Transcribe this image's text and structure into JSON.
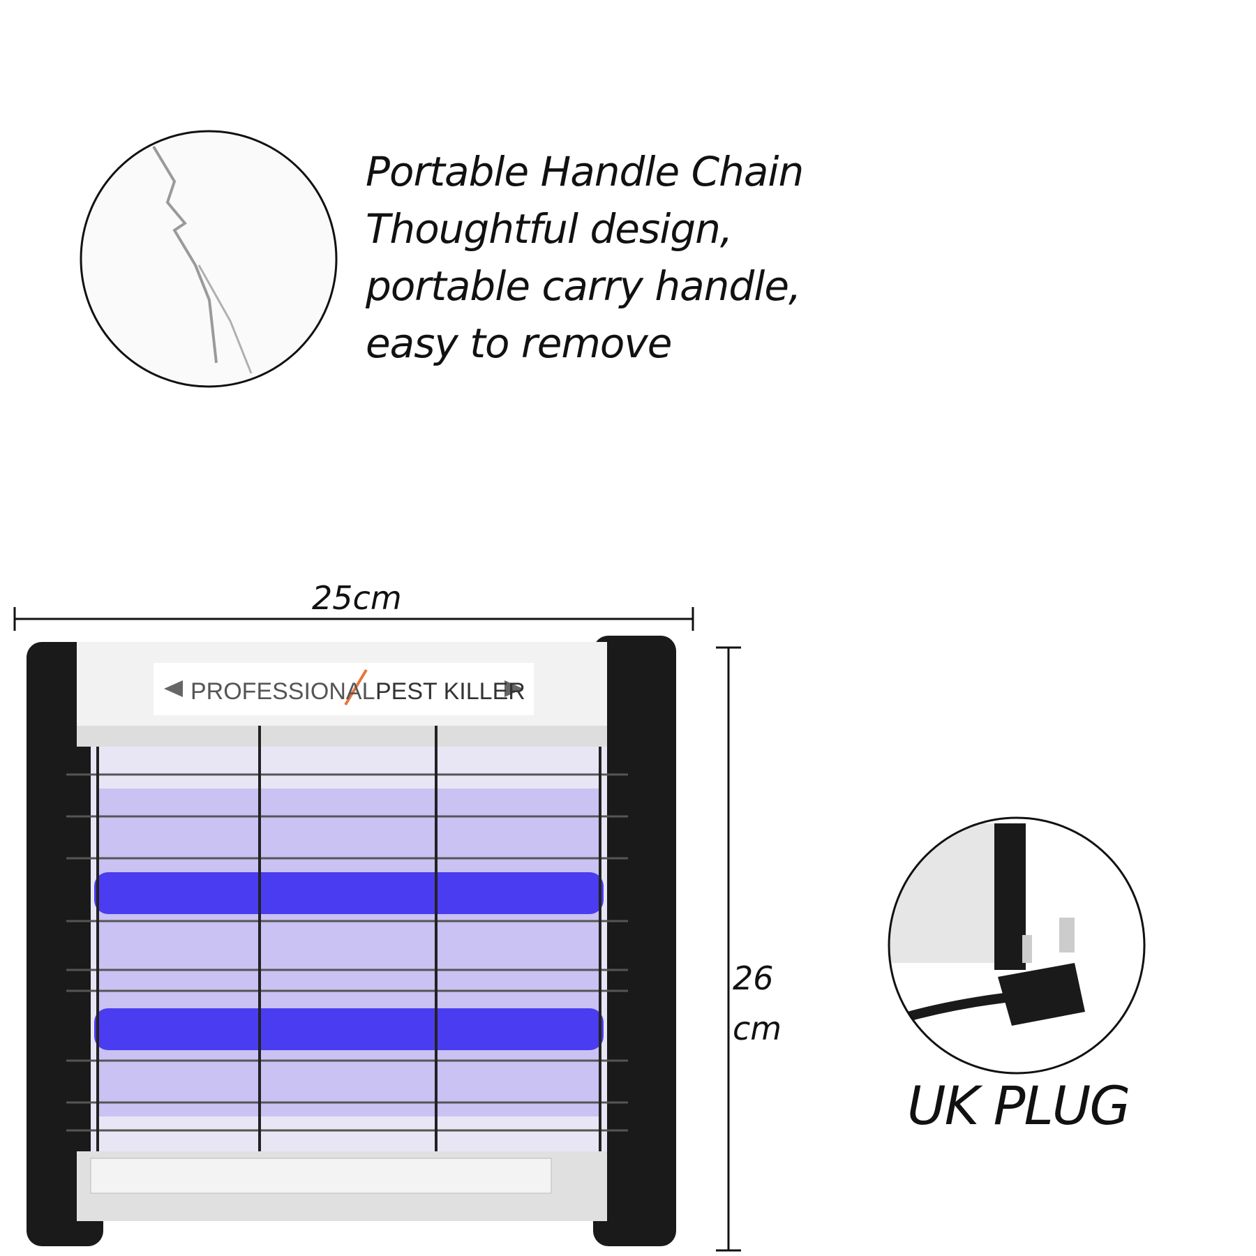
{
  "feature": {
    "lines": [
      "Portable Handle Chain",
      "Thoughtful design,",
      "portable carry handle,",
      "easy to remove"
    ]
  },
  "dimensions": {
    "width": "25cm",
    "height_value": "26",
    "height_unit": "cm"
  },
  "product": {
    "label_left": "PROFESSIONAL",
    "label_right": "PEST KILLER"
  },
  "plug": {
    "label": "UK PLUG"
  },
  "colors": {
    "uv": "#4a3cf0",
    "frame": "#1a1a1a",
    "accent": "#e8753a"
  }
}
